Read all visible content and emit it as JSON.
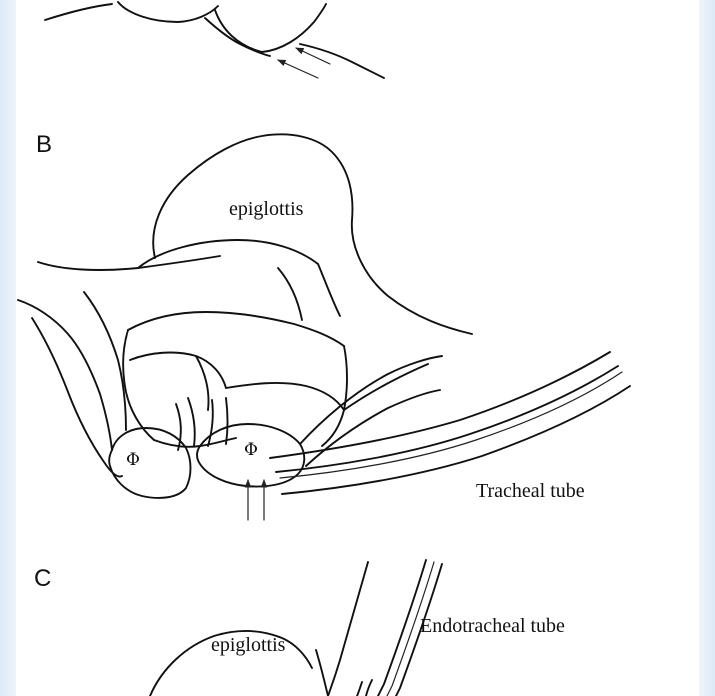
{
  "figure": {
    "panels": [
      {
        "letter": "B",
        "labels": {
          "epiglottis": "epiglottis",
          "phi_left": "Φ",
          "phi_right": "Φ",
          "tube": "Tracheal tube"
        }
      },
      {
        "letter": "C",
        "labels": {
          "epiglottis": "epiglottis",
          "tube": "Endotracheal tube"
        }
      }
    ]
  },
  "colors": {
    "page_border": "#dce9f8",
    "panel_background": "#ffffff",
    "ink": "#111111"
  }
}
